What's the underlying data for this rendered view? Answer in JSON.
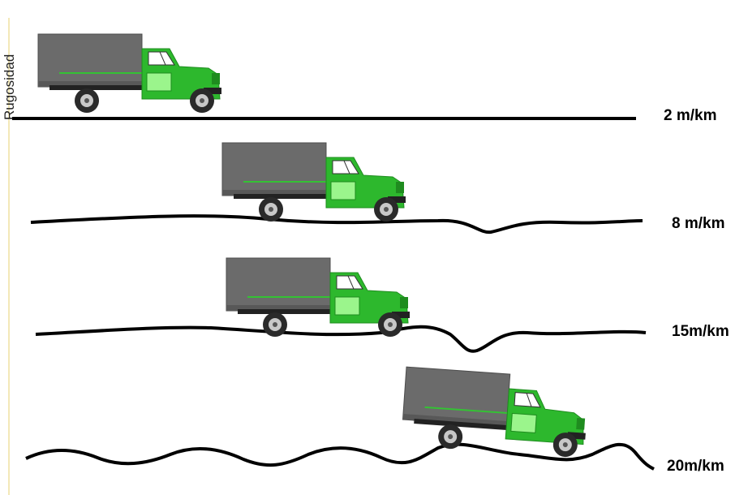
{
  "axis_label": "Rugosidad",
  "roads": [
    {
      "label": "2 m/km"
    },
    {
      "label": "8 m/km"
    },
    {
      "label": "15m/km"
    },
    {
      "label": "20m/km"
    }
  ],
  "colors": {
    "road": "#000000",
    "cargo_box": "#6b6b6b",
    "cab": "#2db82d",
    "cab_highlight": "#9bf58c",
    "tire": "#2a2a2a",
    "hub": "#c8c8c8"
  }
}
